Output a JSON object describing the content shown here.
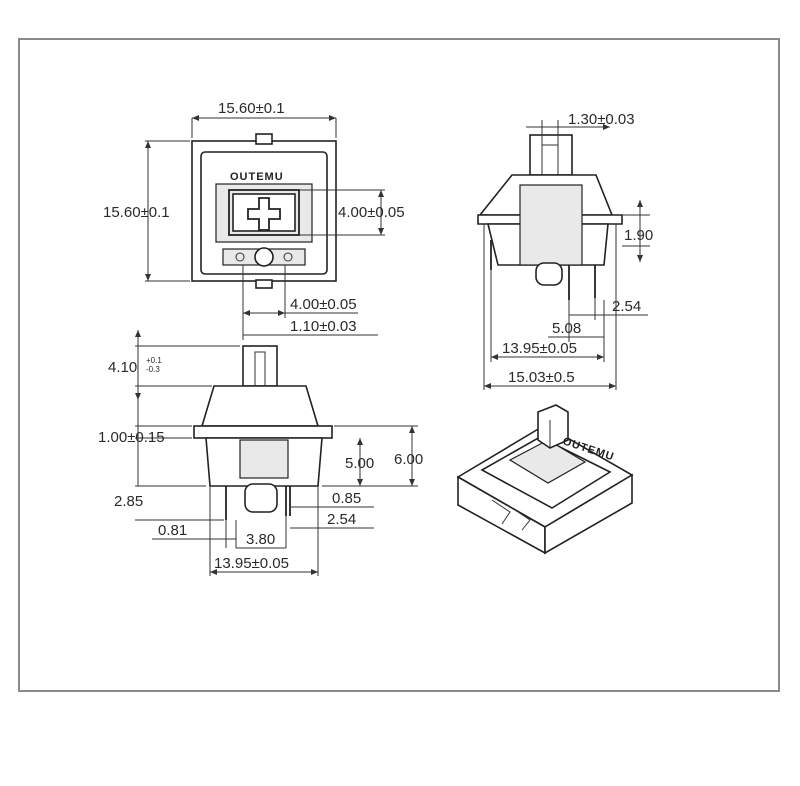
{
  "brand_text": "OUTEMU",
  "top_view": {
    "width_label": "15.60±0.1",
    "height_label": "15.60±0.1",
    "stem_label": "4.00±0.05",
    "bottom_label": "4.00±0.05",
    "pin_label": "1.10±0.03"
  },
  "front_view": {
    "stem_label": "1.30±0.03",
    "step_label": "1.90",
    "pin_spacing_label": "2.54",
    "pin_offset_label": "5.08",
    "base_label": "13.95±0.05",
    "outer_label": "15.03±0.5"
  },
  "side_view": {
    "stem_height_label": "4.10",
    "stem_tol_upper": "+0.1",
    "stem_tol_lower": "-0.3",
    "plate_label": "1.00±0.15",
    "mid_label": "5.00",
    "total_label": "6.00",
    "left_pin_label": "2.85",
    "right_pin_label": "0.85",
    "pin_a_label": "0.81",
    "pin_b_label": "3.80",
    "pin_c_label": "2.54",
    "base_label": "13.95±0.05"
  }
}
